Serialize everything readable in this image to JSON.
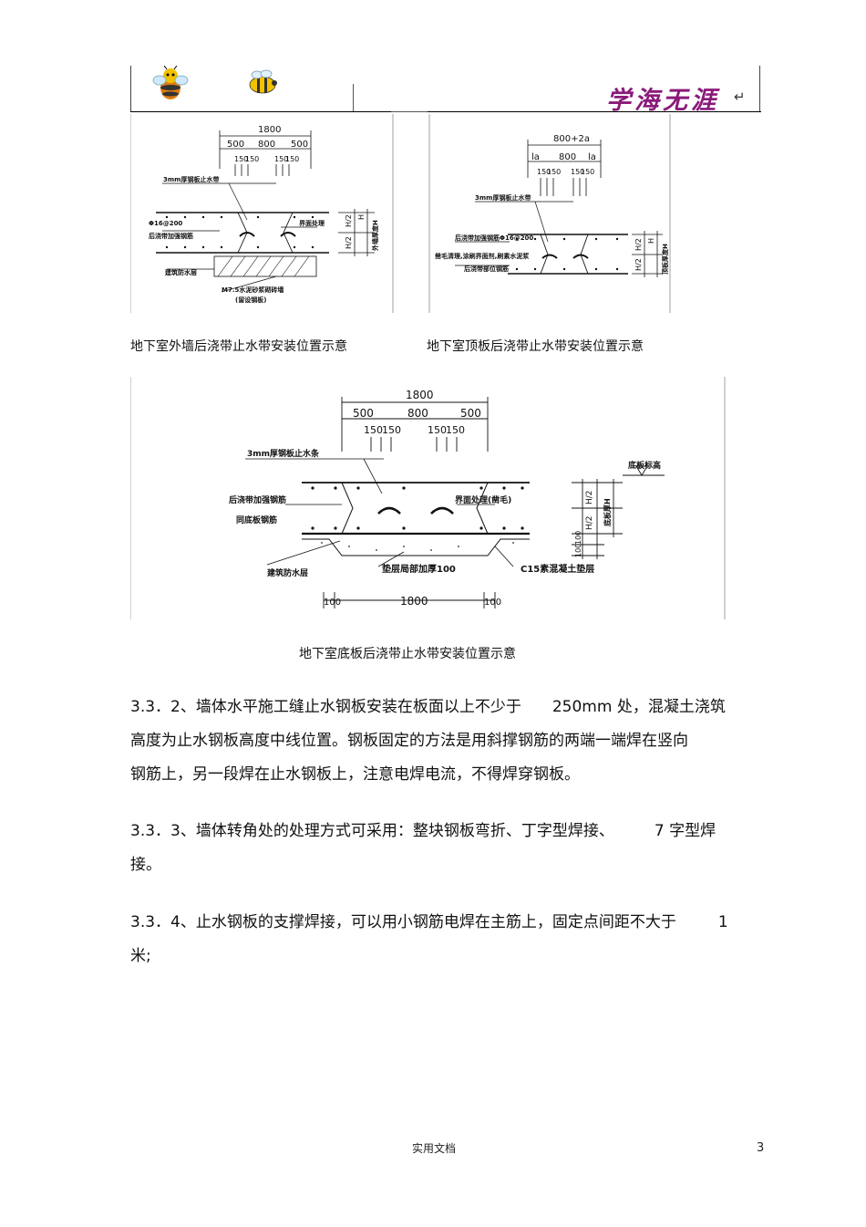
{
  "header": {
    "brand_text": "学海无涯",
    "return_mark": "↵"
  },
  "figures": {
    "wall": {
      "caption": "地下室外墙后浇带止水带安装位置示意",
      "dims": {
        "total": "1800",
        "a": "500",
        "b": "800",
        "c": "500",
        "d": "150",
        "e": "150",
        "f": "150",
        "g": "150"
      },
      "labels": {
        "steel": "3mm厚钢板止水带",
        "rebar": "Φ16@200",
        "rebar2": "后浇带加强钢筋",
        "chamfer": "界面处理",
        "water": "建筑防水层",
        "mortar": "M7.5水泥砂浆砌砖墙",
        "mortar2": "(留设钢板)",
        "h": "H",
        "h2a": "H/2",
        "h2b": "H/2",
        "wall": "外墙厚度H"
      }
    },
    "roof": {
      "caption": "地下室顶板后浇带止水带安装位置示意",
      "dims": {
        "total": "800+2a",
        "a": "la",
        "b": "800",
        "c": "la",
        "d": "150",
        "e": "150",
        "f": "150",
        "g": "150"
      },
      "labels": {
        "steel": "3mm厚钢板止水带",
        "rebar": "后浇带加强钢筋Φ16@200",
        "treat": "凿毛清理,涂刷界面剂,刷素水泥浆",
        "treat2": "后浇带部位钢筋",
        "h": "H",
        "h2a": "H/2",
        "h2b": "H/2",
        "thick": "顶板厚度H"
      }
    },
    "floor": {
      "caption": "地下室底板后浇带止水带安装位置示意",
      "dims": {
        "total": "1800",
        "a": "500",
        "b": "800",
        "c": "500",
        "d": "150",
        "e": "150",
        "f": "150",
        "g": "150",
        "bottom_left": "100",
        "bottom_mid": "1800",
        "bottom_right": "100"
      },
      "labels": {
        "steel": "3mm厚钢板止水条",
        "rebar": "后浇带加强钢筋",
        "rebar2": "同底板钢筋",
        "tip": "界面处理(凿毛)",
        "water": "建筑防水层",
        "cushion": "垫层局部加厚100",
        "c15": "C15素混凝土垫层",
        "elev": "底板标高",
        "h2a": "H/2",
        "h2b": "H/2",
        "thick": "底板厚H",
        "d100a": "100",
        "d100b": "100"
      }
    }
  },
  "paragraphs": [
    {
      "id": "3.3.2",
      "parts": [
        "3.3．2、墙体水平施工缝止水钢板安装在板面以上不少于",
        "250mm 处，混凝土浇筑"
      ],
      "lines": [
        "高度为止水钢板高度中线位置。钢板固定的方法是用斜撑钢筋的两端一端焊在竖向",
        "钢筋上，另一段焊在止水钢板上，注意电焊电流，不得焊穿钢板。"
      ]
    },
    {
      "id": "3.3.3",
      "parts": [
        "3.3．3、墙体转角处的处理方式可采用：整块钢板弯折、丁字型焊接、",
        "7 字型焊"
      ],
      "lines": [
        "接。"
      ]
    },
    {
      "id": "3.3.4",
      "parts": [
        "3.3．4、止水钢板的支撑焊接，可以用小钢筋电焊在主筋上，固定点间距不大于",
        "1"
      ],
      "lines": [
        "米;"
      ]
    }
  ],
  "footer": {
    "center": "实用文档",
    "page_number": "3"
  },
  "colors": {
    "brand": "#8a1a7a",
    "bee_yellow": "#f2c200",
    "bee_orange": "#e07a10"
  }
}
